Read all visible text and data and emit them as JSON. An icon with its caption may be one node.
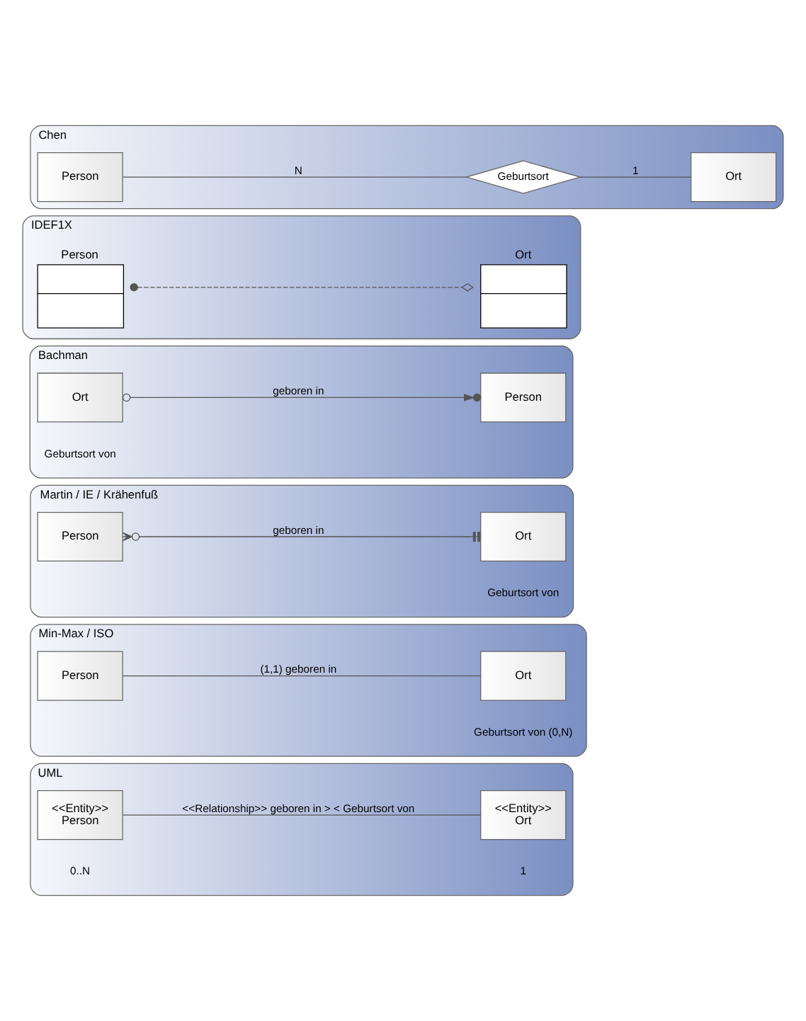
{
  "diagram": {
    "nodes": [
      {
        "text": [
          "Chen"
        ]
      },
      {
        "text": [
          "Person"
        ],
        "in": 0
      },
      {
        "text": [
          "Geburtsort"
        ],
        "in": 0
      },
      {
        "text": [
          "Ort"
        ],
        "in": 0
      },
      {
        "text": [
          "IDEF1X"
        ]
      },
      {
        "text": [
          "Person"
        ],
        "in": 4
      },
      {
        "text": [
          "Ort"
        ],
        "in": 4
      },
      {
        "text": [
          "Bachman"
        ]
      },
      {
        "text": [
          "Person"
        ],
        "in": 7
      },
      {
        "text": [
          "Ort"
        ],
        "in": 7
      },
      {
        "text": [
          "Martin / IE / Krähenfuß"
        ]
      },
      {
        "text": [
          "Person"
        ],
        "in": 10
      },
      {
        "text": [
          "Ort"
        ],
        "in": 10
      },
      {
        "text": [
          "Min-Max / ISO"
        ]
      },
      {
        "text": [
          "Person"
        ],
        "in": 13
      },
      {
        "text": [
          "Ort"
        ],
        "in": 13
      },
      {
        "text": [
          "UML"
        ]
      },
      {
        "text": [
          "<<Entity>>",
          "Person"
        ],
        "in": 16
      },
      {
        "text": [
          "<<Entity>>",
          "Ort"
        ],
        "in": 16
      }
    ],
    "edges": [
      {
        "from": 1,
        "to": 2,
        "arrow": "none",
        "label": "N"
      },
      {
        "from": 2,
        "to": 3,
        "arrow": "none",
        "label": "1"
      },
      {
        "from": 5,
        "to": 6,
        "arrow": "other",
        "style": "dashed"
      },
      {
        "from": 9,
        "to": 8,
        "arrow": "to",
        "label": "geboren in"
      },
      {
        "from": 11,
        "to": 12,
        "arrow": "other",
        "label": "geboren in"
      },
      {
        "from": 14,
        "to": 15,
        "arrow": "none",
        "label": "(1,1) geboren in"
      },
      {
        "from": 17,
        "to": 18,
        "arrow": "none",
        "label": "<<Relationship>> geboren in > < Geburtsort von"
      }
    ],
    "labels": [
      "Geburtsort von",
      "Geburtsort von",
      "Geburtsort von (0,N)",
      "0..N",
      "1"
    ]
  }
}
